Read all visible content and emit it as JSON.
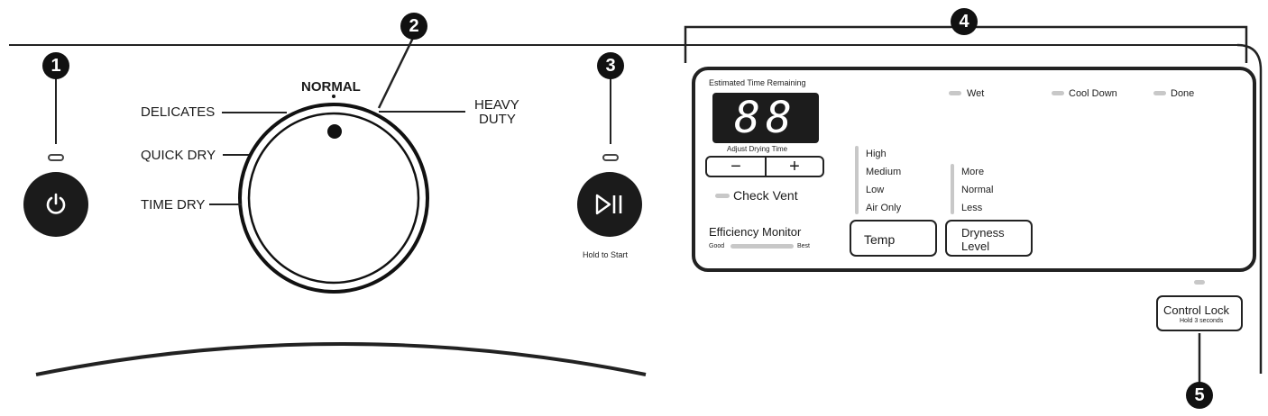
{
  "callouts": [
    "1",
    "2",
    "3",
    "4",
    "5"
  ],
  "dial": {
    "top_label": "NORMAL",
    "labels_left": [
      "DELICATES",
      "QUICK DRY",
      "TIME DRY"
    ],
    "label_right_line1": "HEAVY",
    "label_right_line2": "DUTY"
  },
  "power_button": {
    "icon": "power-icon"
  },
  "start_button": {
    "icon": "play-pause-icon",
    "caption": "Hold to Start"
  },
  "panel": {
    "time_label": "Estimated Time Remaining",
    "display_digits": "88",
    "adjust_label": "Adjust Drying Time",
    "minus_label": "−",
    "plus_label": "+",
    "check_vent": "Check Vent",
    "efficiency_title": "Efficiency Monitor",
    "efficiency_low": "Good",
    "efficiency_high": "Best",
    "status": [
      "Wet",
      "Cool Down",
      "Done"
    ],
    "temp_options": [
      "High",
      "Medium",
      "Low",
      "Air Only"
    ],
    "temp_button": "Temp",
    "dryness_options": [
      "More",
      "Normal",
      "Less"
    ],
    "dryness_button_line1": "Dryness",
    "dryness_button_line2": "Level"
  },
  "control_lock": {
    "label": "Control Lock",
    "caption": "Hold 3 seconds"
  }
}
